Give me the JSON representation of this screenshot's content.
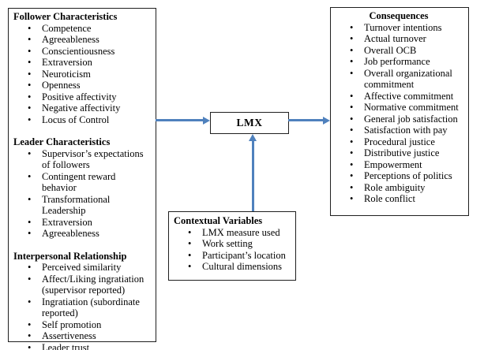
{
  "colors": {
    "arrow": "#4f81bd",
    "border": "#1f1f1f",
    "background": "#ffffff",
    "text": "#000000"
  },
  "left_panel": {
    "sections": [
      {
        "title": "Follower Characteristics",
        "items": [
          "Competence",
          "Agreeableness",
          "Conscientiousness",
          "Extraversion",
          "Neuroticism",
          "Openness",
          "Positive affectivity",
          "Negative affectivity",
          "Locus of Control"
        ]
      },
      {
        "title": "Leader Characteristics",
        "items": [
          "Supervisor’s expectations of followers",
          "Contingent reward behavior",
          "Transformational Leadership",
          "Extraversion",
          "Agreeableness"
        ]
      },
      {
        "title": "Interpersonal Relationship",
        "items": [
          "Perceived similarity",
          "Affect/Liking ingratiation (supervisor reported)",
          "Ingratiation (subordinate reported)",
          "Self promotion",
          "Assertiveness",
          "Leader trust"
        ]
      }
    ]
  },
  "lmx_box": {
    "label": "LMX"
  },
  "consequences_panel": {
    "title": "Consequences",
    "items": [
      "Turnover intentions",
      "Actual turnover",
      "Overall OCB",
      "Job performance",
      "Overall organizational commitment",
      "Affective commitment",
      "Normative commitment",
      "General job satisfaction",
      "Satisfaction with pay",
      "Procedural justice",
      "Distributive justice",
      "Empowerment",
      "Perceptions of politics",
      "Role ambiguity",
      "Role conflict"
    ]
  },
  "contextual_panel": {
    "title": "Contextual Variables",
    "items": [
      "LMX measure used",
      "Work setting",
      "Participant’s location",
      "Cultural dimensions"
    ]
  }
}
